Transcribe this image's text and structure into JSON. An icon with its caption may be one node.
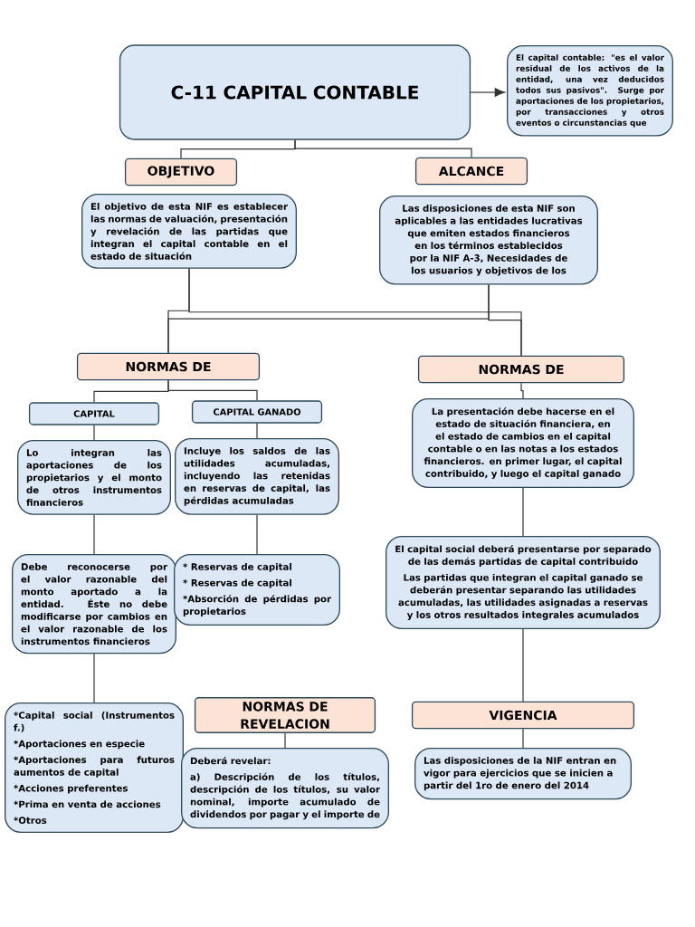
{
  "diagram": {
    "nodes": [
      {
        "text": [
          "C-11 CAPITAL CONTABLE"
        ]
      },
      {
        "text": [
          "El capital contable: \"es el valor residual de los activos de la entidad, una vez deducidos todos sus pasivos\". Surge por aportaciones de los propietarios, por transacciones y otros eventos o circunstancias que"
        ]
      },
      {
        "text": [
          "OBJETIVO"
        ]
      },
      {
        "text": [
          "ALCANCE"
        ]
      },
      {
        "text": [
          "El objetivo de esta NIF es establecer las normas de valuación, presentación y revelación de las partidas que integran el capital contable en el estado de situación"
        ]
      },
      {
        "text": [
          "Las disposiciones de esta NIF son aplicables a las entidades lucrativas que emiten estados financieros en los términos establecidos por la NIF A-3, Necesidades de los usuarios y objetivos de los"
        ]
      },
      {
        "text": [
          "NORMAS DE"
        ]
      },
      {
        "text": [
          "NORMAS DE"
        ]
      },
      {
        "text": [
          "CAPITAL"
        ]
      },
      {
        "text": [
          "CAPITAL GANADO"
        ]
      },
      {
        "text": [
          "Lo integran las aportaciones de los propietarios y el monto de otros instrumentos financieros"
        ]
      },
      {
        "text": [
          "Incluye los saldos de las utilidades acumuladas, incluyendo las retenidas en reservas de capital, las pérdidas acumuladas"
        ]
      },
      {
        "text": [
          "Debe reconocerse por el valor razonable del monto aportado a la entidad. Éste no debe modificarse por cambios en el valor razonable de los instrumentos financieros"
        ]
      },
      {
        "text": [
          "* Reservas de capital",
          "* Reservas de capital",
          "*Absorción de pérdidas por propietarios"
        ]
      },
      {
        "text": [
          "La presentación debe hacerse en el estado de situación financiera, en el estado de cambios en el capital contable o en las notas a los estados financieros. en primer lugar, el capital contribuido, y luego el capital ganado"
        ]
      },
      {
        "text": [
          "El capital social deberá presentarse por separado de las demás partidas de capital contribuido",
          "Las partidas que integran el capital ganado se deberán presentar separando las utilidades acumuladas, las utilidades asignadas a reservas y los otros resultados integrales acumulados"
        ]
      },
      {
        "text": [
          "*Capital social (Instrumentos f.)",
          "*Aportaciones en especie",
          "*Aportaciones para futuros aumentos de capital",
          "*Acciones preferentes",
          "*Prima en venta de acciones",
          "*Otros"
        ]
      },
      {
        "text": [
          "NORMAS DE REVELACION"
        ]
      },
      {
        "text": [
          "VIGENCIA"
        ]
      },
      {
        "text": [
          "Deberá revelar:",
          "a) Descripción de los títulos, descripción de los títulos, su valor nominal, importe acumulado de dividendos por pagar y el importe de"
        ]
      },
      {
        "text": [
          "Las disposiciones de la NIF entran en vigor para ejercicios que se inicien a partir del 1ro de enero del 2014"
        ]
      }
    ],
    "edges": [
      {
        "from": 0,
        "to": 1,
        "arrow": "to"
      },
      {
        "from": 0,
        "to": 2,
        "arrow": "none"
      },
      {
        "from": 0,
        "to": 3,
        "arrow": "none"
      },
      {
        "from": 4,
        "to": 6,
        "arrow": "none"
      },
      {
        "from": 4,
        "to": 7,
        "arrow": "none"
      },
      {
        "from": 5,
        "to": 6,
        "arrow": "none"
      },
      {
        "from": 5,
        "to": 7,
        "arrow": "none"
      },
      {
        "from": 6,
        "to": 8,
        "arrow": "none"
      },
      {
        "from": 6,
        "to": 9,
        "arrow": "none"
      },
      {
        "from": 8,
        "to": 10,
        "arrow": "none"
      },
      {
        "from": 9,
        "to": 11,
        "arrow": "none"
      },
      {
        "from": 10,
        "to": 12,
        "arrow": "none"
      },
      {
        "from": 11,
        "to": 13,
        "arrow": "none"
      },
      {
        "from": 12,
        "to": 16,
        "arrow": "none"
      },
      {
        "from": 7,
        "to": 14,
        "arrow": "none"
      },
      {
        "from": 14,
        "to": 15,
        "arrow": "none"
      },
      {
        "from": 15,
        "to": 18,
        "arrow": "none"
      },
      {
        "from": 17,
        "to": 19,
        "arrow": "none"
      },
      {
        "from": 18,
        "to": 20,
        "arrow": "none"
      }
    ]
  }
}
